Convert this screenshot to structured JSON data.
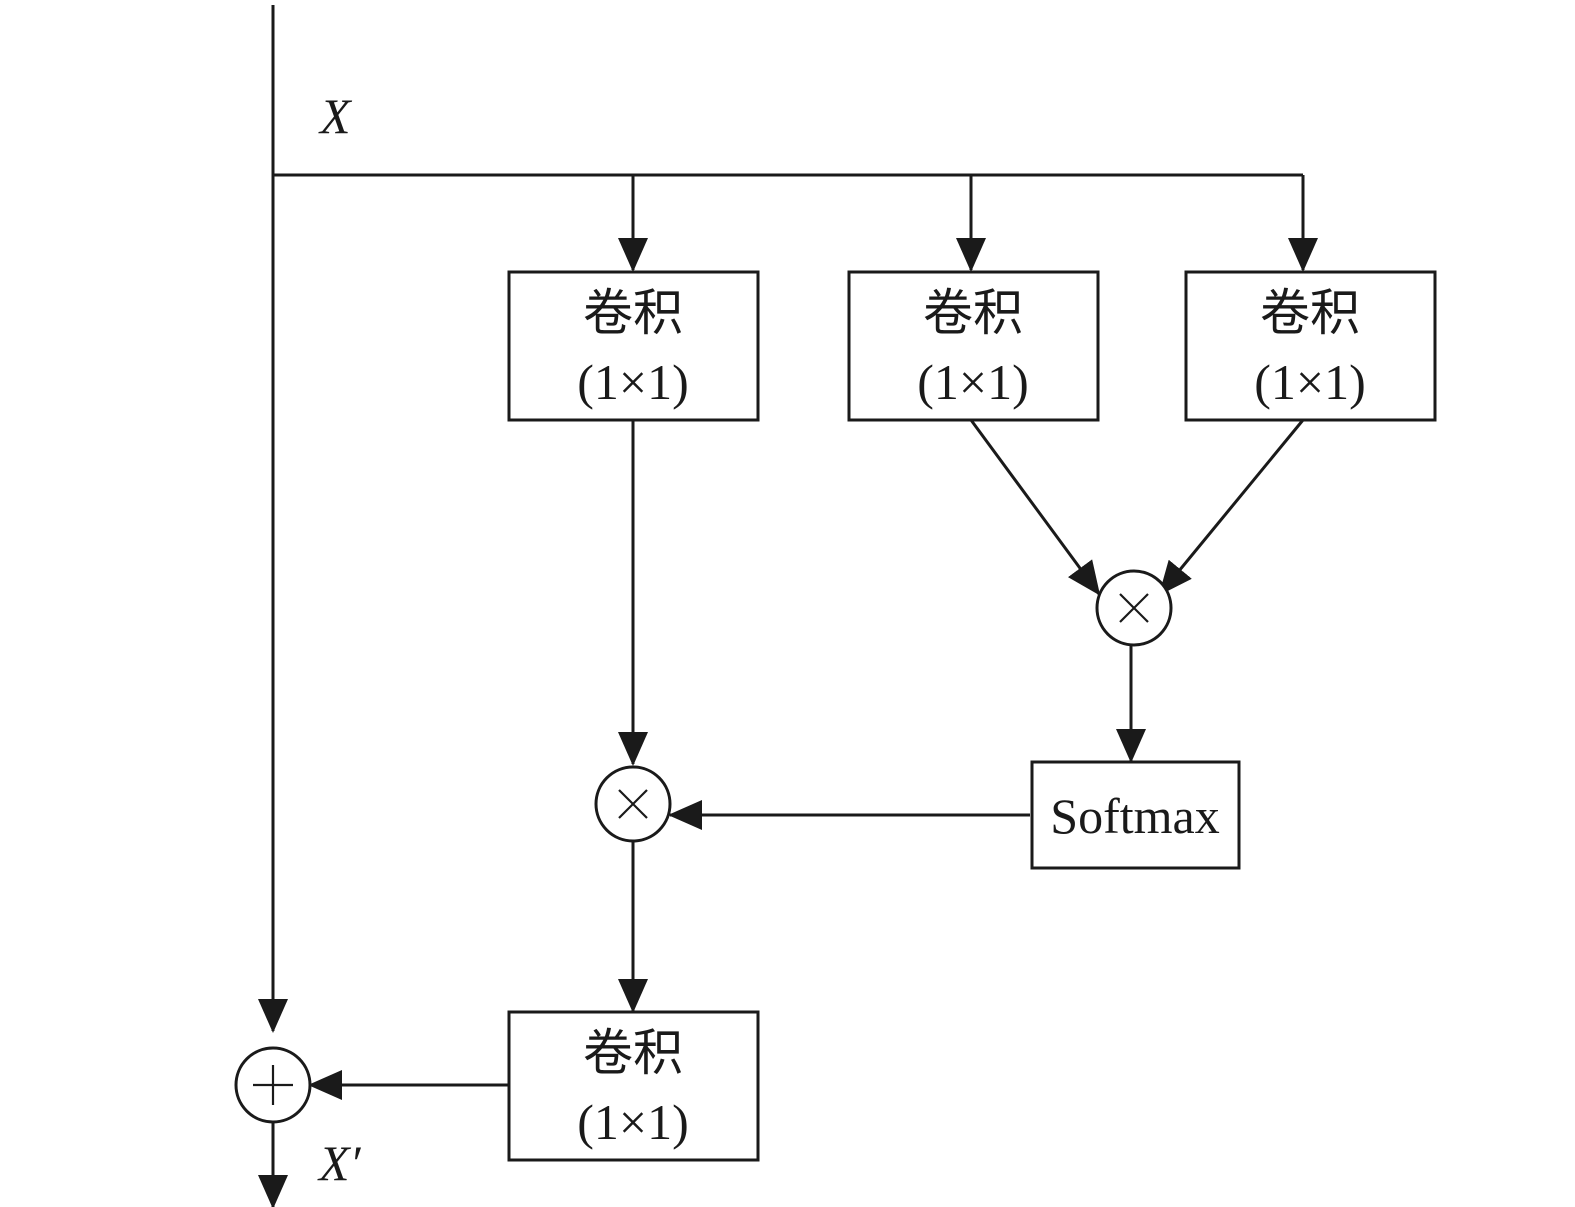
{
  "diagram": {
    "input_label": "X",
    "output_label": "X′",
    "conv_blocks": [
      {
        "title": "卷积",
        "kernel": "(1×1)"
      },
      {
        "title": "卷积",
        "kernel": "(1×1)"
      },
      {
        "title": "卷积",
        "kernel": "(1×1)"
      },
      {
        "title": "卷积",
        "kernel": "(1×1)"
      }
    ],
    "softmax_label": "Softmax",
    "operators": {
      "multiply_upper": "multiply",
      "multiply_lower": "multiply",
      "add": "add"
    }
  }
}
